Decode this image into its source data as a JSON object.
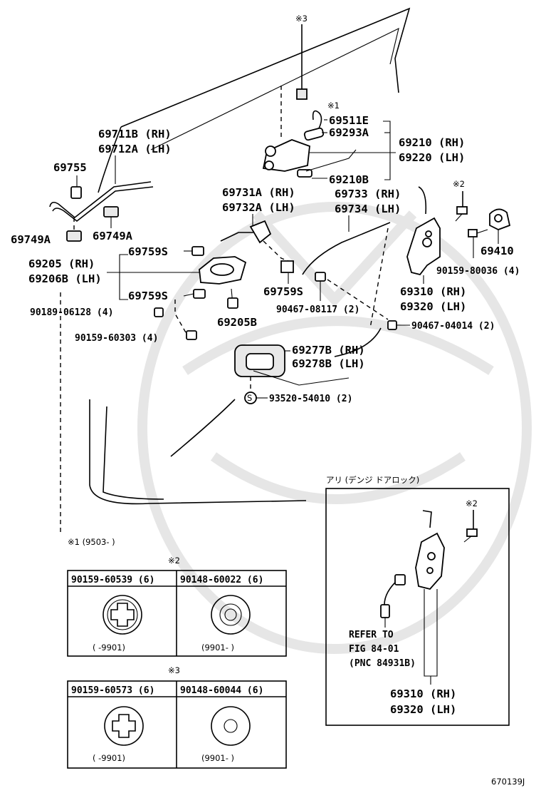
{
  "diagram": {
    "figure_id": "670139J",
    "notes": {
      "mark_3": "※3",
      "mark_1": "※1",
      "mark_2": "※2",
      "mark_1_range": "※1 (9503-        )"
    },
    "callouts": {
      "p69511E": "69511E",
      "p69293A": "69293A",
      "p69210_rh": "69210 (RH)",
      "p69220_lh": "69220 (LH)",
      "p69210B": "69210B",
      "p69711B_rh": "69711B (RH)",
      "p69712A_lh": "69712A (LH)",
      "p69755": "69755",
      "p69749A_left": "69749A",
      "p69749A_right": "69749A",
      "p69731A_rh": "69731A (RH)",
      "p69732A_lh": "69732A (LH)",
      "p69733_rh": "69733 (RH)",
      "p69734_lh": "69734 (LH)",
      "p69410": "69410",
      "p90159_80036": "90159-80036 (4)",
      "p69205_rh": "69205 (RH)",
      "p69206B_lh": "69206B (LH)",
      "p69759S_top": "69759S",
      "p69759S_bottom": "69759S",
      "p69759S_mid": "69759S",
      "p90189_06128": "90189-06128 (4)",
      "p90159_60303": "90159-60303 (4)",
      "p69205B": "69205B",
      "p90467_08117": "90467-08117 (2)",
      "p69310_rh": "69310 (RH)",
      "p69320_lh": "69320 (LH)",
      "p90467_04014": "90467-04014 (2)",
      "p69277B_rh": "69277B (RH)",
      "p69278B_lh": "69278B (LH)",
      "p93520_54010": "93520-54010 (2)"
    },
    "inset": {
      "title": "アリ (デンジ ドアロック)",
      "mark_2": "※2",
      "refer_line1": "REFER TO",
      "refer_line2": "FIG 84-01",
      "refer_line3": "(PNC 84931B)",
      "p69310_rh": "69310 (RH)",
      "p69320_lh": "69320 (LH)"
    },
    "table2": {
      "mark": "※2",
      "col1_part": "90159-60539 (6)",
      "col2_part": "90148-60022 (6)",
      "col1_range": "(      -9901)",
      "col2_range": "(9901-      )"
    },
    "table3": {
      "mark": "※3",
      "col1_part": "90159-60573 (6)",
      "col2_part": "90148-60044 (6)",
      "col1_range": "(      -9901)",
      "col2_range": "(9901-      )"
    },
    "circle_s": "S"
  }
}
